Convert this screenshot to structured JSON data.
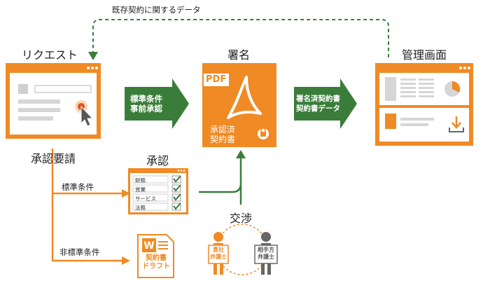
{
  "top_flow_label": "既存契約に関するデータ",
  "request": {
    "title": "リクエスト",
    "caption": "承認要請"
  },
  "arrow1": {
    "line1": "標準条件",
    "line2": "事前承認"
  },
  "signature": {
    "title": "署名",
    "badge": "PDF",
    "line1": "承認済",
    "line2": "契約書"
  },
  "arrow2": {
    "line1": "署名済契約書",
    "line2": "契約書データ"
  },
  "admin": {
    "title": "管理画面"
  },
  "approval": {
    "title": "承認",
    "items": [
      "財務",
      "営業",
      "サービス",
      "法務"
    ]
  },
  "branches": {
    "standard": "標準条件",
    "nonstandard": "非標準条件"
  },
  "draft": {
    "line1": "契約書",
    "line2": "ドラフト"
  },
  "negotiation": {
    "title": "交渉",
    "our_lawyer": {
      "line1": "貴社",
      "line2": "弁護士"
    },
    "their_lawyer": {
      "line1": "相手方",
      "line2": "弁護士"
    }
  },
  "colors": {
    "orange": "#f08a24",
    "green": "#3a7d3a",
    "gray": "#666666"
  }
}
